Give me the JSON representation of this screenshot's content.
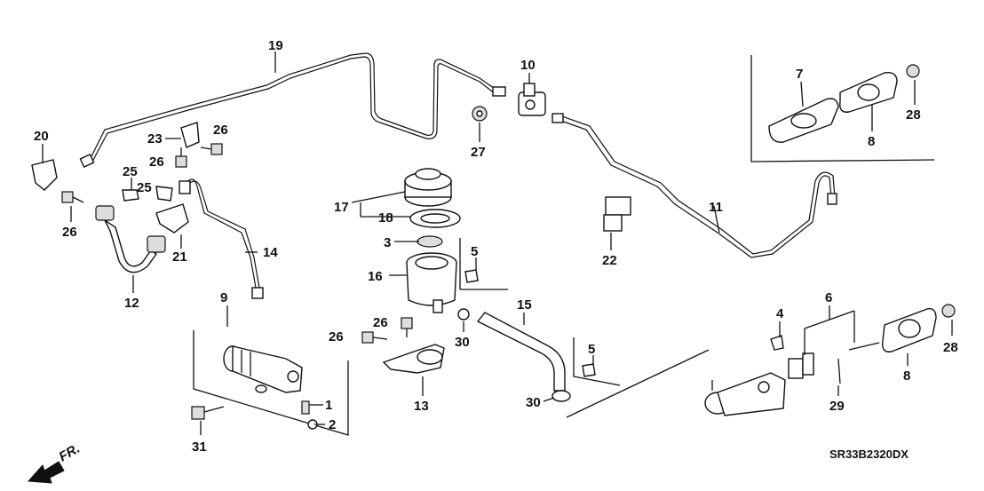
{
  "diagram": {
    "labels": {
      "p1": "1",
      "p2": "2",
      "p3": "3",
      "p4": "4",
      "p5a": "5",
      "p5b": "5",
      "p6": "6",
      "p7": "7",
      "p8a": "8",
      "p8b": "8",
      "p9": "9",
      "p10": "10",
      "p11": "11",
      "p12": "12",
      "p13": "13",
      "p14": "14",
      "p15": "15",
      "p16": "16",
      "p17": "17",
      "p18": "18",
      "p19": "19",
      "p20": "20",
      "p21": "21",
      "p22": "22",
      "p23": "23",
      "p25a": "25",
      "p25b": "25",
      "p26a": "26",
      "p26b": "26",
      "p26c": "26",
      "p26d": "26",
      "p26e": "26",
      "p27": "27",
      "p28a": "28",
      "p28b": "28",
      "p29": "29",
      "p30a": "30",
      "p30b": "30",
      "p31": "31"
    },
    "front_marker": "FR.",
    "diagram_code": "SR33B2320DX"
  }
}
